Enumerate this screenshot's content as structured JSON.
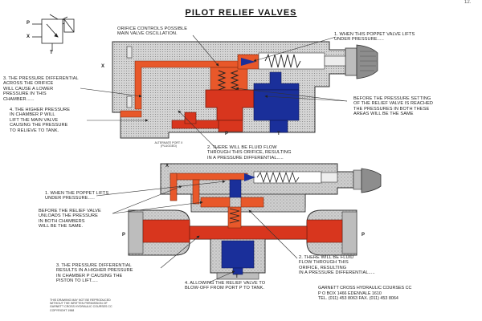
{
  "header": {
    "title": "PILOT RELIEF VALVES",
    "page_number": "12."
  },
  "top_view": {
    "orifice_note": "ORIFICE CONTROLS POSSIBLE\nMAIN VALVE OSCILLATION.",
    "note_1": "1. WHEN THIS POPPET VALVE LIFTS\nUNDER PRESSURE.....",
    "note_3": "3. THE PRESSURE DIFFERENTIAL\nACROSS THE ORIFICE\nWILL CAUSE A LOWER\nPRESSURE IN THIS\nCHAMBER......",
    "note_4": "4. THE HIGHER PRESSURE\nIN CHAMBER P WILL\nLIFT THE MAIN VALVE\nCAUSING THE PRESSURE\nTO RELIEVE TO TANK.",
    "note_before": "BEFORE THE PRESSURE SETTING\nOF THE RELIEF VALVE IS REACHED\nTHE PRESSURES IN BOTH THESE\nAREAS WILL BE THE SAME",
    "note_2": "2. THERE WILL BE FLUID FLOW\nTHROUGH THIS ORIFICE, RESULTING\nIN A PRESSURE DIFFERENTIAL.....",
    "alt_port": "ALTERNATE PORT X\n(PLUGGED)",
    "port_x": "X",
    "port_p": "P",
    "port_t": "T"
  },
  "bottom_view": {
    "note_1": "1. WHEN THE POPPET LIFTS\nUNDER PRESSURE.....",
    "note_before": "BEFORE THE RELIEF VALVE\nUNLOADS THE PRESSURE\nIN BOTH CHAMBERS\nWILL BE THE SAME.",
    "note_3": "3. THE PRESSURE DIFFERENTIAL\nRESULTS IN A HIGHER PRESSURE\nIN CHAMBER P CAUSING THE\nPISTON TO LIFT.....",
    "note_2": "2. THERE WILL BE FLUID\nFLOW THROUGH THIS\nORIFICE, RESULTING\nIN A PRESSURE DIFFERENTIAL.....",
    "note_4": "4. ALLOWING THE RELIEF VALVE TO\nBLOW-OFF FROM PORT P TO TANK.",
    "port_x": "X",
    "port_p_left": "P",
    "port_p_right": "P",
    "port_t": "T"
  },
  "symbol": {
    "port_p": "P",
    "port_x": "X",
    "port_t": "T"
  },
  "footer": {
    "copyright": "THIS DRAWING MAY NOT BE REPRODUCED\nWITHOUT THE WRITTEN PERMISSION OF\nGARNETT CROSS HYDRAULIC COURSES CC\nCOPYRIGHT 1988",
    "company": "GARNETT CROSS HYDRAULIC COURSES CC\nP O BOX 1466  EDENVALE  1610\nTEL. (011) 453 8063  FAX. (011) 453 8064"
  },
  "colors": {
    "pressure_red": "#d8361e",
    "pilot_orange": "#e8582a",
    "tank_blue": "#1a2f9a",
    "body_grey": "#c9c9c9",
    "body_hatch": "#9a9a9a"
  }
}
